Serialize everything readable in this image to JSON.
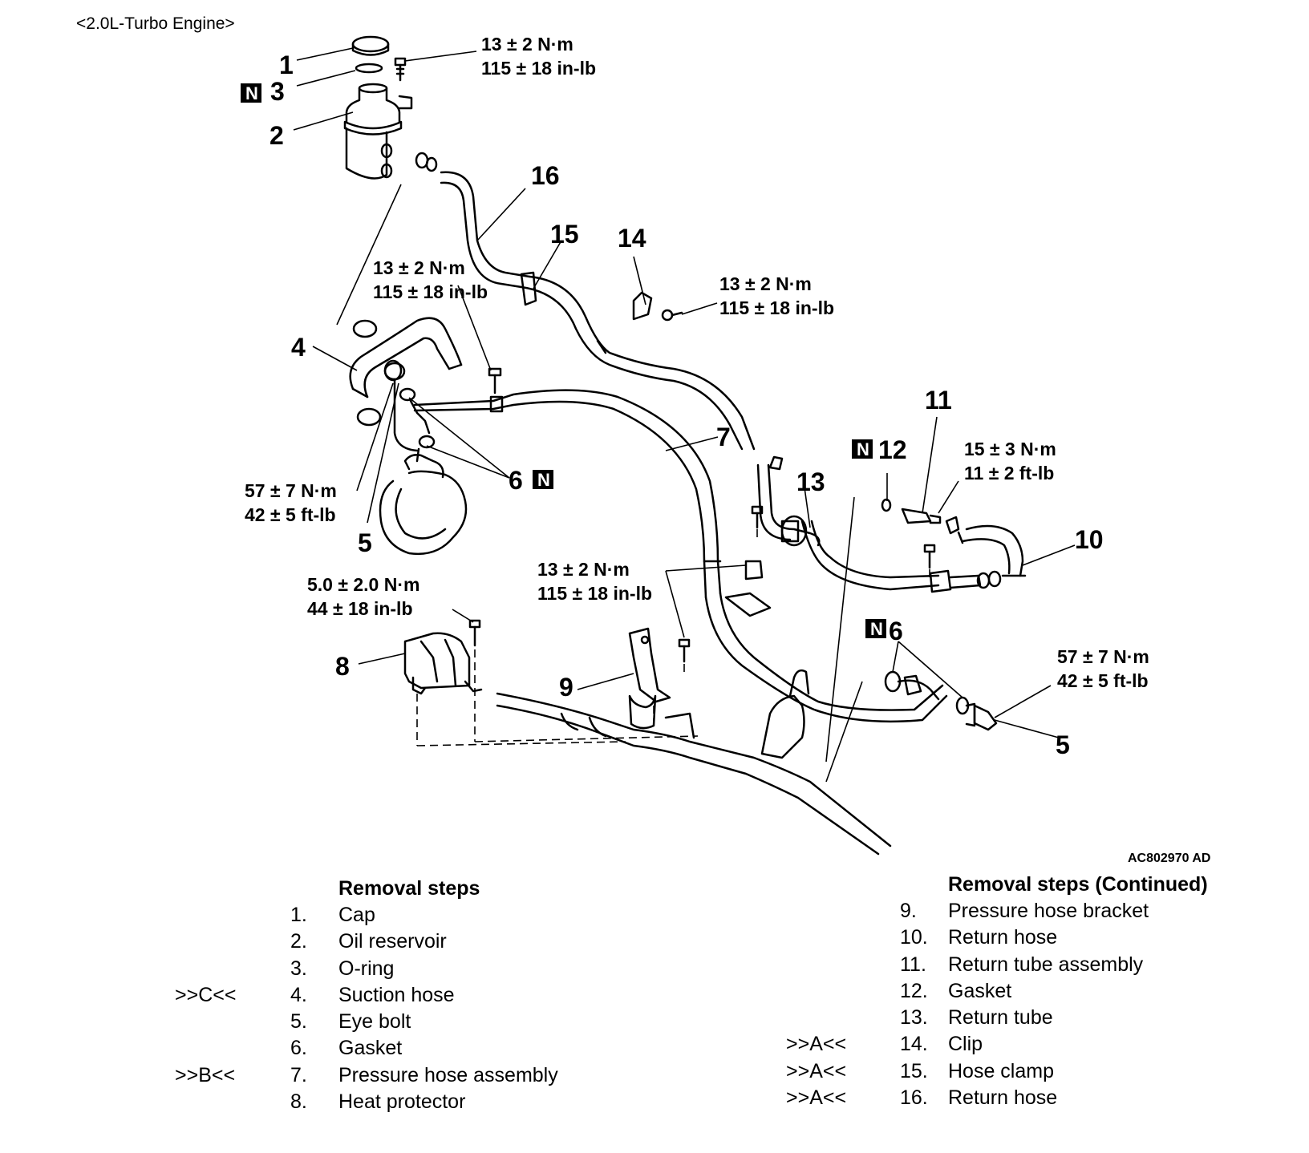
{
  "header": "<2.0L-Turbo Engine>",
  "reference_code": "AC802970 AD",
  "new_part_mark": "N",
  "callouts": {
    "c1": "1",
    "c2": "2",
    "c3": "3",
    "c4": "4",
    "c5a": "5",
    "c5b": "5",
    "c6a": "6",
    "c6b": "6",
    "c7": "7",
    "c8": "8",
    "c9": "9",
    "c10": "10",
    "c11": "11",
    "c12": "12",
    "c13": "13",
    "c14": "14",
    "c15": "15",
    "c16": "16"
  },
  "torques": {
    "t1a": "13 ± 2 N·m",
    "t1b": "115 ± 18 in-lb",
    "t2a": "13 ± 2 N·m",
    "t2b": "115 ± 18 in-lb",
    "t3a": "13 ± 2 N·m",
    "t3b": "115 ± 18 in-lb",
    "t4a": "57 ± 7 N·m",
    "t4b": "42 ± 5 ft-lb",
    "t5a": "5.0 ± 2.0 N·m",
    "t5b": "44 ± 18 in-lb",
    "t6a": "13 ± 2 N·m",
    "t6b": "115 ± 18 in-lb",
    "t7a": "15 ± 3 N·m",
    "t7b": "11 ± 2 ft-lb",
    "t8a": "57 ± 7 N·m",
    "t8b": "42 ± 5 ft-lb"
  },
  "removal_left": {
    "title": "Removal steps",
    "steps": [
      {
        "mark": "",
        "num": "1.",
        "label": "Cap"
      },
      {
        "mark": "",
        "num": "2.",
        "label": "Oil reservoir"
      },
      {
        "mark": "",
        "num": "3.",
        "label": "O-ring"
      },
      {
        "mark": ">>C<<",
        "num": "4.",
        "label": "Suction hose"
      },
      {
        "mark": "",
        "num": "5.",
        "label": "Eye bolt"
      },
      {
        "mark": "",
        "num": "6.",
        "label": "Gasket"
      },
      {
        "mark": ">>B<<",
        "num": "7.",
        "label": "Pressure hose assembly"
      },
      {
        "mark": "",
        "num": "8.",
        "label": "Heat protector"
      }
    ]
  },
  "removal_right": {
    "title": "Removal steps (Continued)",
    "steps": [
      {
        "mark": "",
        "num": "9.",
        "label": "Pressure hose bracket"
      },
      {
        "mark": "",
        "num": "10.",
        "label": "Return hose"
      },
      {
        "mark": "",
        "num": "11.",
        "label": "Return tube assembly"
      },
      {
        "mark": "",
        "num": "12.",
        "label": "Gasket"
      },
      {
        "mark": "",
        "num": "13.",
        "label": "Return tube"
      },
      {
        "mark": ">>A<<",
        "num": "14.",
        "label": "Clip"
      },
      {
        "mark": ">>A<<",
        "num": "15.",
        "label": "Hose clamp"
      },
      {
        "mark": ">>A<<",
        "num": "16.",
        "label": "Return hose"
      }
    ]
  }
}
